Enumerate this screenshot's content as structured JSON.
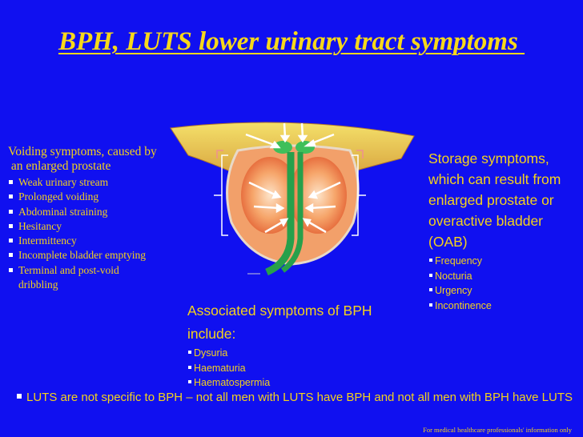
{
  "title": "BPH, LUTS lower urinary tract symptoms ",
  "voiding": {
    "heading_line1": "Voiding symptoms, caused by",
    "heading_line2": " an enlarged prostate",
    "items": [
      "Weak urinary stream",
      "Prolonged voiding",
      "Abdominal straining",
      "Hesitancy",
      "Intermittency",
      "Incomplete bladder emptying",
      "Terminal and post-void dribbling"
    ]
  },
  "storage": {
    "heading": "Storage symptoms, which can result from enlarged prostate or overactive bladder (OAB)",
    "items": [
      "Frequency",
      "Nocturia",
      "Urgency",
      "Incontinence"
    ]
  },
  "associated": {
    "heading": "Associated symptoms of BPH include:",
    "items": [
      "Dysuria",
      "Haematuria",
      "Haematospermia"
    ]
  },
  "luts_note": "LUTS are not specific to BPH – not all men with LUTS have BPH and not all men with BPH have LUTS",
  "footer": "For medical healthcare professionals' information only",
  "colors": {
    "background": "#1010f0",
    "text": "#f4d21c",
    "bladder": "#e9c46a",
    "prostate": "#f08a4b",
    "urethra": "#2eaa55"
  },
  "icons": [
    "prostate-diagram",
    "pressure-arrow-icon",
    "bracket-icon"
  ]
}
